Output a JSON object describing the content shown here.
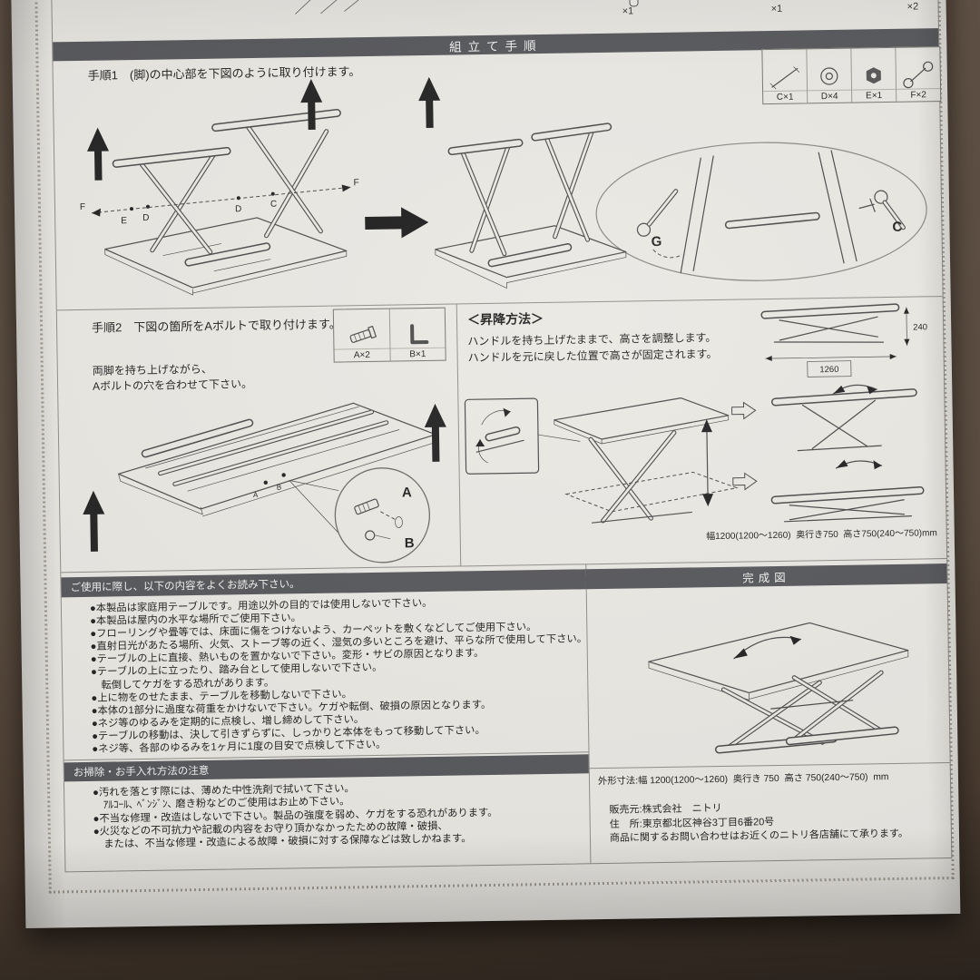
{
  "photo": {
    "background_color": "#5a4c40",
    "paper_color": "#eae8e3",
    "band_color": "#56575b"
  },
  "top_partial": {
    "counts": [
      "×1",
      "×1",
      "×2"
    ]
  },
  "assembly_header": "組立て手順",
  "hardware_box": {
    "items": [
      {
        "icon": "bolt-c-icon",
        "label": "C×1"
      },
      {
        "icon": "washer-icon",
        "label": "D×4"
      },
      {
        "icon": "nut-icon",
        "label": "E×1"
      },
      {
        "icon": "wrench-icon",
        "label": "F×2"
      }
    ]
  },
  "step1": {
    "title": "手順1　(脚)の中心部を下図のように取り付けます。",
    "axis_labels": [
      "F",
      "E",
      "D",
      "D",
      "C",
      "F"
    ],
    "detail_labels": [
      "G",
      "C"
    ]
  },
  "step2": {
    "title": "手順2　下図の箇所をAボルトで取り付けます。",
    "hardware": [
      {
        "icon": "bolt-a-icon",
        "label": "A×2"
      },
      {
        "icon": "hex-key-icon",
        "label": "B×1"
      }
    ],
    "note_line1": "両脚を持ち上げながら、",
    "note_line2": "Aボルトの穴を合わせて下さい。",
    "detail_labels": [
      "A",
      "B"
    ]
  },
  "lift": {
    "title": "＜昇降方法＞",
    "line1": "ハンドルを持ち上げたままで、高さを調整します。",
    "line2": "ハンドルを元に戻した位置で高さが固定されます。",
    "dim_height": "240",
    "dim_width": "1260",
    "caption": "幅1200(1200～1260)  奥行き750  高さ750(240～750)mm"
  },
  "usage": {
    "header": "ご使用に際し、以下の内容をよくお読み下さい。",
    "bullets": [
      "●本製品は家庭用テーブルです。用途以外の目的では使用しないで下さい。",
      "●本製品は屋内の水平な場所でご使用下さい。",
      "●フローリングや畳等では、床面に傷をつけないよう、カーペットを敷くなどしてご使用下さい。",
      "●直射日光があたる場所、火気、ストーブ等の近く、湿気の多いところを避け、平らな所で使用して下さい。",
      "●テーブルの上に直接、熱いものを置かないで下さい。変形・サビの原因となります。",
      "●テーブルの上に立ったり、踏み台として使用しないで下さい。",
      "　転倒してケガをする恐れがあります。",
      "●上に物をのせたまま、テーブルを移動しないで下さい。",
      "●本体の1部分に過度な荷重をかけないで下さい。ケガや転倒、破損の原因となります。",
      "●ネジ等のゆるみを定期的に点検し、増し締めして下さい。",
      "●テーブルの移動は、決して引きずらずに、しっかりと本体をもって移動して下さい。",
      "●ネジ等、各部のゆるみを1ヶ月に1度の目安で点検して下さい。"
    ]
  },
  "finished": {
    "header": "完成図"
  },
  "cleaning": {
    "header": "お掃除・お手入れ方法の注意",
    "bullets": [
      "●汚れを落とす際には、薄めた中性洗剤で拭いて下さい。",
      "　ｱﾙｺｰﾙ､ ﾍﾞﾝｼﾞﾝ､ 磨き粉などのご使用はお止め下さい。",
      "●不当な修理・改造はしないで下さい。製品の強度を弱め、ケガをする恐れがあります。",
      "●火災などの不可抗力や記載の内容をお守り頂かなかったための故障・破損、",
      "　または、不当な修理・改造による故障・破損に対する保障などは致しかねます。"
    ]
  },
  "footer": {
    "dimensions": "外形寸法:幅 1200(1200～1260)  奥行き 750  高さ 750(240～750)  mm",
    "seller": "販売元:株式会社　ニトリ",
    "address": "住　所:東京都北区神谷3丁目6番20号",
    "contact": "商品に関するお問い合わせはお近くのニトリ各店舗にて承ります。"
  }
}
